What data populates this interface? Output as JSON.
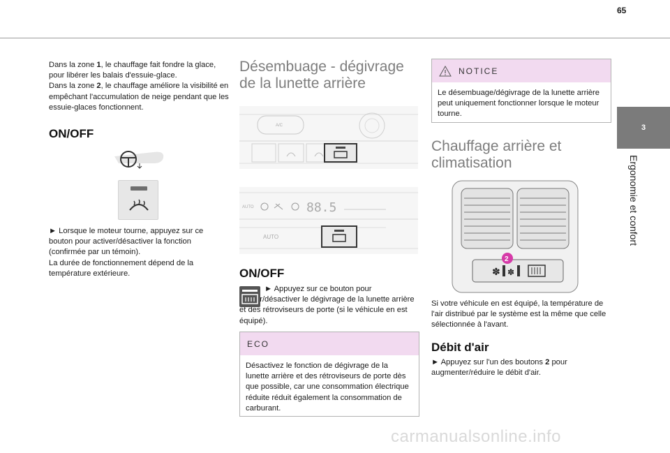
{
  "header": {
    "page_number": "65"
  },
  "side_tab": {
    "chapter_number": "3",
    "chapter_title": "Ergonomie et confort"
  },
  "col1": {
    "intro_html_parts": [
      "Dans la zone ",
      "1",
      ", le chauffage fait fondre la glace, pour libérer les balais d'essuie-glace.",
      "Dans la zone ",
      "2",
      ", le chauffage améliore la visibilité en empêchant l'accumulation de neige pendant que les essuie-glaces fonctionnent."
    ],
    "onoff_title": "ON/OFF",
    "instruction_1": "► Lorsque le moteur tourne, appuyez sur ce bouton pour activer/désactiver la fonction (confirmée par un témoin).",
    "instruction_2": "La durée de fonctionnement dépend de la température extérieure."
  },
  "col2": {
    "section_title_line1": "Désembuage - dégivrage",
    "section_title_line2": "de la lunette arrière",
    "panel1": {
      "ac_label": "A/C"
    },
    "panel2": {
      "auto_label": "AUTO",
      "display_value": "88.5"
    },
    "onoff_title": "ON/OFF",
    "instruction": "► Appuyez sur ce bouton pour activer/désactiver le dégivrage de la lunette arrière et des rétroviseurs de porte (si le véhicule en est équipé).",
    "eco_box": {
      "title": "ECO",
      "text": "Désactivez le fonction de dégivrage de la lunette arrière et des rétroviseurs de porte dès que possible, car une consommation électrique réduite réduit également la consommation de carburant."
    }
  },
  "col3": {
    "notice_box": {
      "title": "NOTICE",
      "text": "Le désembuage/dégivrage de la lunette arrière peut uniquement fonctionner lorsque le moteur tourne."
    },
    "section_title_line1": "Chauffage arrière et",
    "section_title_line2": "climatisation",
    "callout_number": "2",
    "description": "Si votre véhicule en est équipé, la température de l'air distribué par le système est la même que celle sélectionnée à l'avant.",
    "debit_title": "Débit d'air",
    "debit_parts": [
      "► Appuyez sur l'un des boutons ",
      "2",
      " pour augmenter/réduire le débit d'air."
    ]
  },
  "watermark": "carmanualsonline.info",
  "colors": {
    "box_header": "#f2daf0",
    "callout": "#d63aa8",
    "side_tab": "#7b7b7b",
    "heading_grey": "#7d7d7d"
  }
}
